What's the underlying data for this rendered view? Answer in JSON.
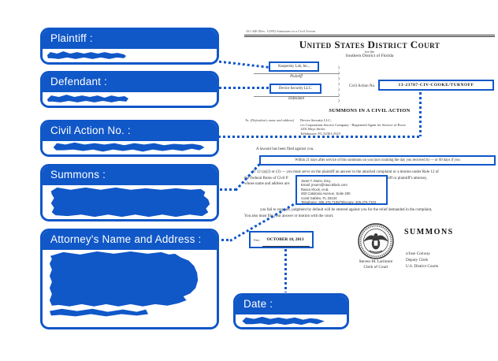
{
  "colors": {
    "accent": "#1057c8"
  },
  "callouts": {
    "plaintiff": "Plaintiff :",
    "defendant": "Defendant :",
    "civil_action": "Civil Action No. :",
    "summons": "Summons :",
    "attorney": "Attorney's Name and Address :",
    "date": "Date :"
  },
  "document": {
    "form_header": "AO 440 (Rev. 12/09)  Summons in a Civil Action",
    "court_title": "United States District Court",
    "for_the": "for the",
    "district": "Southern District of Florida",
    "plaintiff_name": "Kaspersky Lab, Inc.,",
    "plaintiff_label": "Plaintiff",
    "defendant_name": "Device Security LLC.",
    "defendant_label": "Defendant",
    "paren_column": ")\n)\n)\n)\n)\n)\n)",
    "civil_action_label": "Civil Action No.",
    "civil_action_number": "13-23787-CIV-COOKE/TURNOFF",
    "summons_title": "SUMMONS IN A CIVIL ACTION",
    "to_label": "To: (Defendant's name and address)",
    "to_lines": [
      "Device Security LLC,",
      "c/o Corporation Service Company - Registered Agent for Service of Proce",
      "1201 Hays Street",
      "Tallahassee, FL  32301-2525"
    ],
    "lawsuit_line": "A lawsuit has been filed against you.",
    "within_line": "Within 21 days after service of this summons on you (not counting the day you received it) — or 60 days if you",
    "body_line2": "P. 12 (a)(2) or (3) — you must serve on the plaintiff an answer to the attached complaint or a motion under Rule 12 of",
    "body_line3_left": "the Federal Rules of Civil P",
    "body_line3_right": "tiff or plaintiff's attorney,",
    "body_line4": "whose name and address are:",
    "attorney_lines": [
      "Janet T. Munn, Esq.",
      "Email:  jmunn@rascoklock.com",
      "Rasco Klock, et al.",
      "283 Catalonia Avenue, Suite 200",
      "Coral Gables, FL  33134",
      "Telephone:  305.476.7100/Telecopy:  305.476.7102"
    ],
    "fail_line1": "you fail to respond, judgment by default will be entered against you for the relief demanded in the complaint,",
    "fail_line2": "You also must file your answer or motion with the court.",
    "date_label": "Date:",
    "date_value": "OCTOBER 18, 2013",
    "clerk_name": "Steven M. Larimore",
    "clerk_title": "Clerk of Court",
    "summons_big": "SUMMONS",
    "signature_lines": [
      "s/Jose Conway",
      "Deputy Clerk",
      "U.S. District Courts"
    ]
  }
}
